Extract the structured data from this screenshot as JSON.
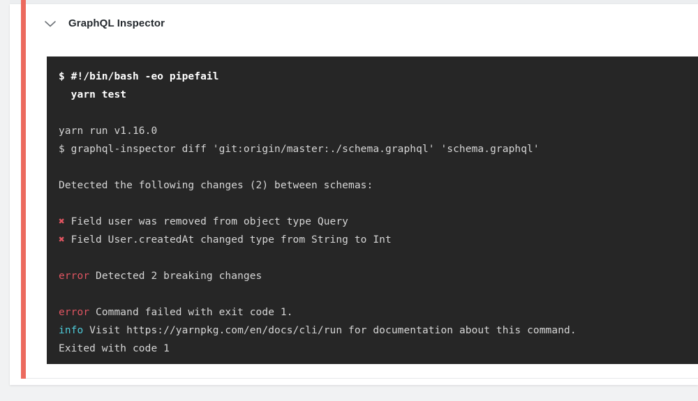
{
  "theme": {
    "page_bg": "#f1f2f3",
    "card_bg": "#ffffff",
    "accent_failed": "#ec6a5e",
    "console_bg": "#262626",
    "console_text": "#d6d6d6",
    "error_color": "#e05561",
    "info_color": "#4ecbd9",
    "title_color": "#24292e"
  },
  "header": {
    "icon": "chevron-down-icon",
    "title": "GraphQL Inspector"
  },
  "console": {
    "lines": [
      {
        "type": "command",
        "text": "$ #!/bin/bash -eo pipefail"
      },
      {
        "type": "command",
        "text": "  yarn test"
      },
      {
        "type": "blank",
        "text": ""
      },
      {
        "type": "output",
        "text": "yarn run v1.16.0"
      },
      {
        "type": "output",
        "text": "$ graphql-inspector diff 'git:origin/master:./schema.graphql' 'schema.graphql'"
      },
      {
        "type": "blank",
        "text": ""
      },
      {
        "type": "output",
        "text": "Detected the following changes (2) between schemas:"
      },
      {
        "type": "blank",
        "text": ""
      },
      {
        "type": "change",
        "marker": "✖",
        "text": " Field user was removed from object type Query"
      },
      {
        "type": "change",
        "marker": "✖",
        "text": " Field User.createdAt changed type from String to Int"
      },
      {
        "type": "blank",
        "text": ""
      },
      {
        "type": "error",
        "label": "error",
        "text": " Detected 2 breaking changes"
      },
      {
        "type": "blank",
        "text": ""
      },
      {
        "type": "error",
        "label": "error",
        "text": " Command failed with exit code 1."
      },
      {
        "type": "info",
        "label": "info",
        "text": " Visit https://yarnpkg.com/en/docs/cli/run for documentation about this command."
      },
      {
        "type": "output",
        "text": "Exited with code 1"
      }
    ]
  }
}
